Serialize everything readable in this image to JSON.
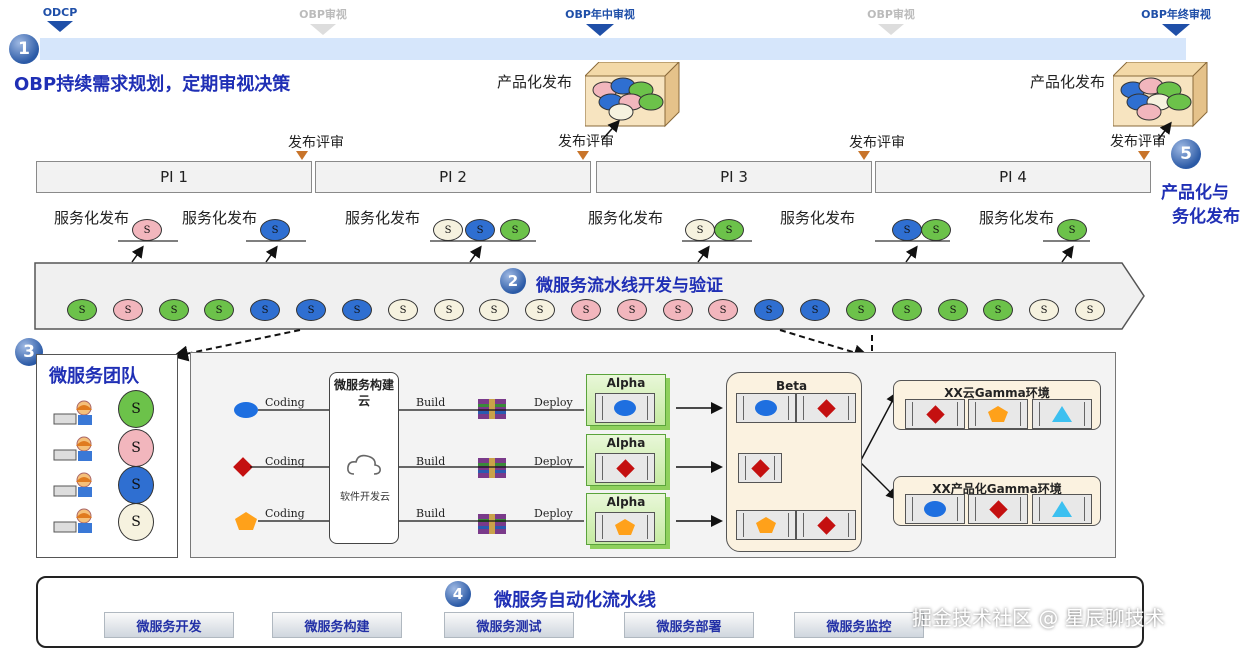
{
  "timeline": {
    "milestones": [
      {
        "label": "ODCP",
        "active": true
      },
      {
        "label": "OBP审视",
        "active": false
      },
      {
        "label": "OBP年中审视",
        "active": true
      },
      {
        "label": "OBP审视",
        "active": false
      },
      {
        "label": "OBP年终审视",
        "active": true
      }
    ],
    "step1_num": "1",
    "step1_title": "OBP持续需求规划，定期审视决策"
  },
  "product_release": {
    "label": "产品化发布",
    "label2": "产品化发布"
  },
  "release_review": [
    "发布评审",
    "发布评审",
    "发布评审",
    "发布评审"
  ],
  "step5": {
    "num": "5",
    "line1": "产品化与",
    "line2": "务化发布"
  },
  "pis": [
    "PI 1",
    "PI 2",
    "PI 3",
    "PI 4"
  ],
  "service_release": [
    "服务化发布",
    "服务化发布",
    "服务化发布",
    "服务化发布",
    "服务化发布",
    "服务化发布"
  ],
  "service_icon": "S",
  "pipeline": {
    "num": "2",
    "title": "微服务流水线开发与验证",
    "colors": [
      "green",
      "pink",
      "green",
      "green",
      "blue",
      "blue",
      "blue",
      "cream",
      "cream",
      "cream",
      "cream",
      "pink",
      "pink",
      "pink",
      "pink",
      "blue",
      "blue",
      "green",
      "green",
      "green",
      "green",
      "cream",
      "cream"
    ]
  },
  "team": {
    "num": "3",
    "title": "微服务团队"
  },
  "flow": {
    "coding": "Coding",
    "build": "Build",
    "deploy": "Deploy",
    "cloud_title": "微服务构建云",
    "cloud_sub": "软件开发云",
    "alpha": "Alpha",
    "beta": "Beta",
    "gamma1": "XX云Gamma环境",
    "gamma2": "XX产品化Gamma环境"
  },
  "auto": {
    "num": "4",
    "title": "微服务自动化流水线",
    "buttons": [
      "微服务开发",
      "微服务构建",
      "微服务测试",
      "微服务部署",
      "微服务监控"
    ]
  },
  "watermark": "掘金技术社区 @ 星辰聊技术",
  "colors": {
    "accent_blue": "#1f2fb5",
    "bar_blue": "#d6e6fb",
    "pipeline_bg": "#f0f0f0"
  }
}
